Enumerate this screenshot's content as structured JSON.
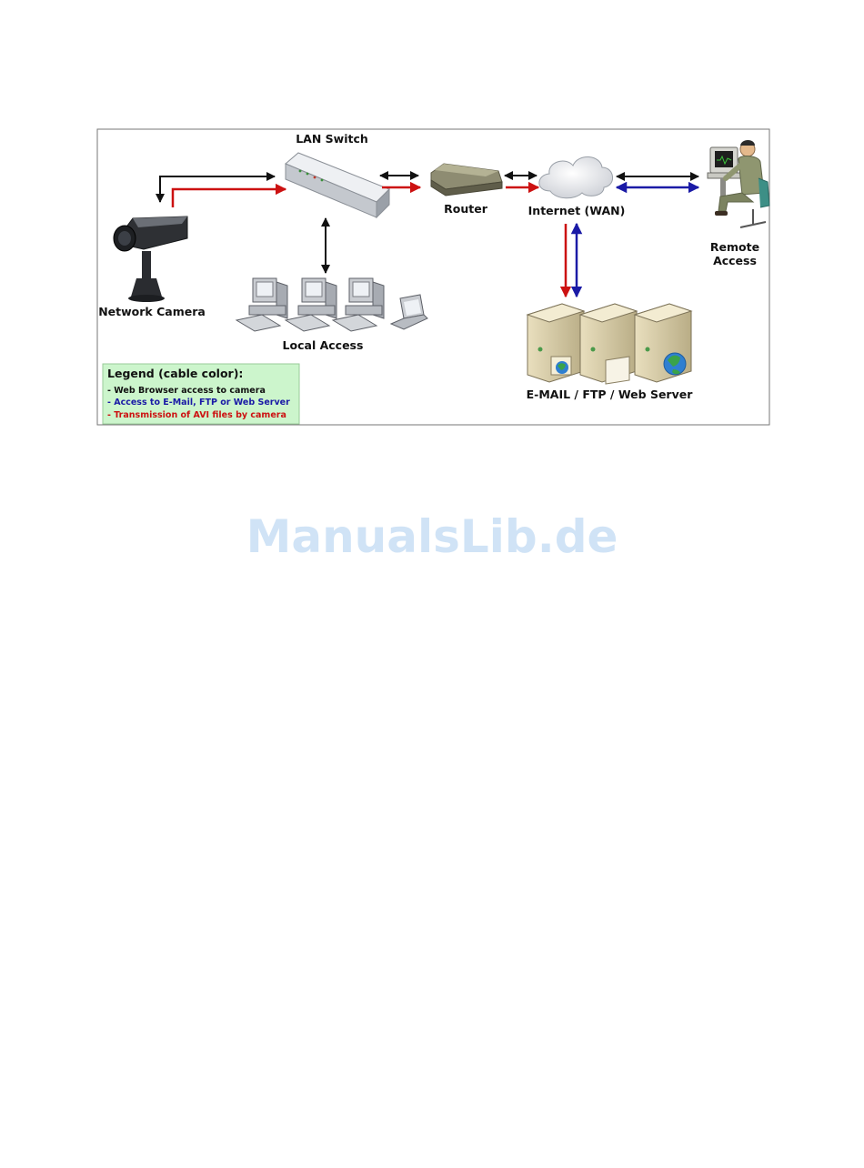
{
  "labels": {
    "lan_switch": "LAN Switch",
    "router": "Router",
    "internet": "Internet (WAN)",
    "remote": [
      "Remote",
      "Access"
    ],
    "network_camera": "Network Camera",
    "local_access": "Local Access",
    "servers": "E-MAIL / FTP / Web Server"
  },
  "legend": {
    "title": "Legend (cable color):",
    "items": [
      {
        "text": "- Web Browser access to camera",
        "color": "#111111"
      },
      {
        "text": "- Access to E-Mail, FTP or Web Server",
        "color": "#1a1aa6"
      },
      {
        "text": "- Transmission of AVI files by camera",
        "color": "#cc1111"
      }
    ]
  },
  "colors": {
    "black_cable": "#111111",
    "blue_cable": "#1a1aa6",
    "red_cable": "#cc1111",
    "legend_bg": "#ccf5cc"
  },
  "watermark": "ManualsLib.de"
}
